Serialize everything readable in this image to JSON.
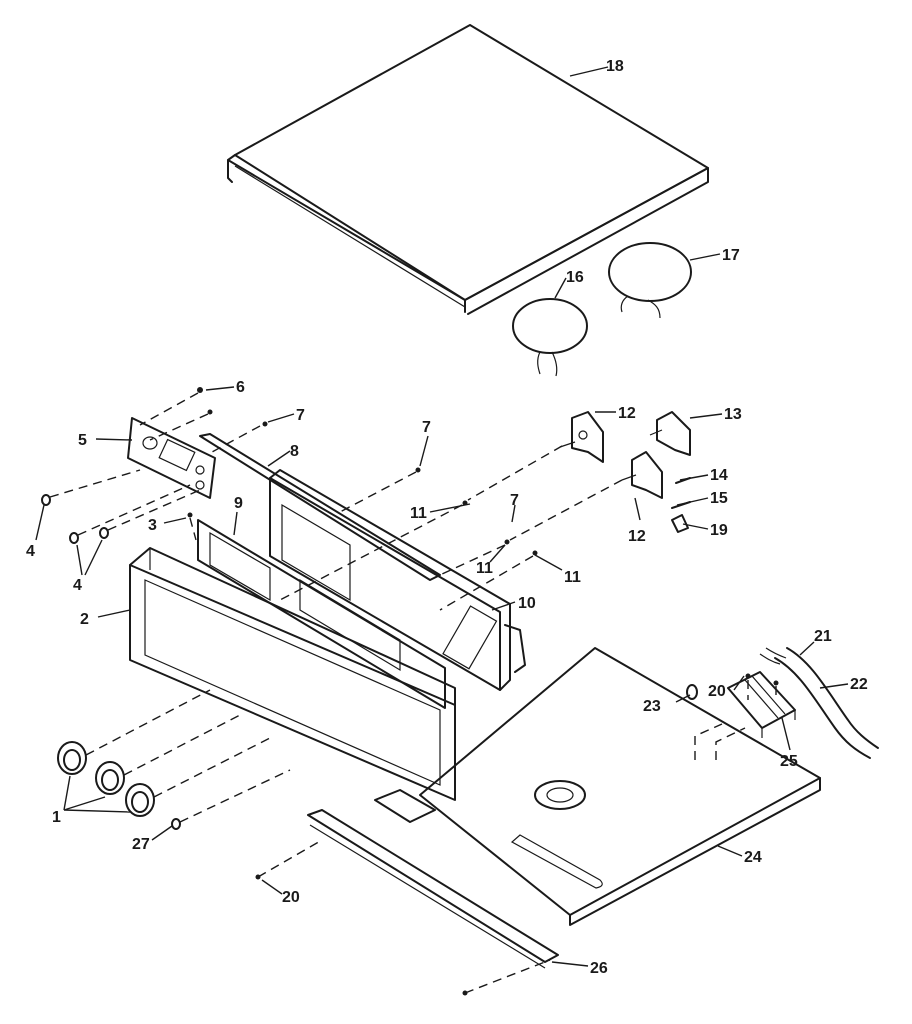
{
  "callouts": {
    "c1": "1",
    "c2": "2",
    "c3": "3",
    "c4a": "4",
    "c4b": "4",
    "c5": "5",
    "c6": "6",
    "c7a": "7",
    "c7b": "7",
    "c7c": "7",
    "c8": "8",
    "c9": "9",
    "c10": "10",
    "c11a": "11",
    "c11b": "11",
    "c11c": "11",
    "c12a": "12",
    "c12b": "12",
    "c13": "13",
    "c14": "14",
    "c15": "15",
    "c16": "16",
    "c17": "17",
    "c18": "18",
    "c19": "19",
    "c20a": "20",
    "c20b": "20",
    "c21": "21",
    "c22": "22",
    "c23": "23",
    "c24": "24",
    "c25": "25",
    "c26": "26",
    "c27": "27"
  }
}
